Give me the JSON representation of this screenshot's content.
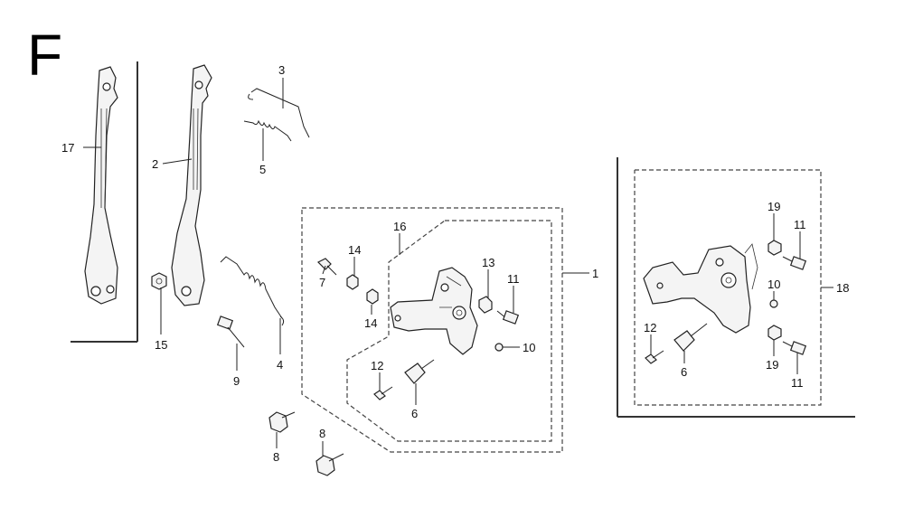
{
  "section_letter": "F",
  "callouts": {
    "c17": "17",
    "c2": "2",
    "c3": "3",
    "c5": "5",
    "c15": "15",
    "c9": "9",
    "c4": "4",
    "c8a": "8",
    "c8b": "8",
    "c14a": "14",
    "c7": "7",
    "c14b": "14",
    "c16": "16",
    "c13": "13",
    "c11a": "11",
    "c1": "1",
    "c10a": "10",
    "c12a": "12",
    "c6a": "6",
    "c19a": "19",
    "c11b": "11",
    "c10b": "10",
    "c18": "18",
    "c12b": "12",
    "c6b": "6",
    "c19b": "19",
    "c11c": "11"
  }
}
